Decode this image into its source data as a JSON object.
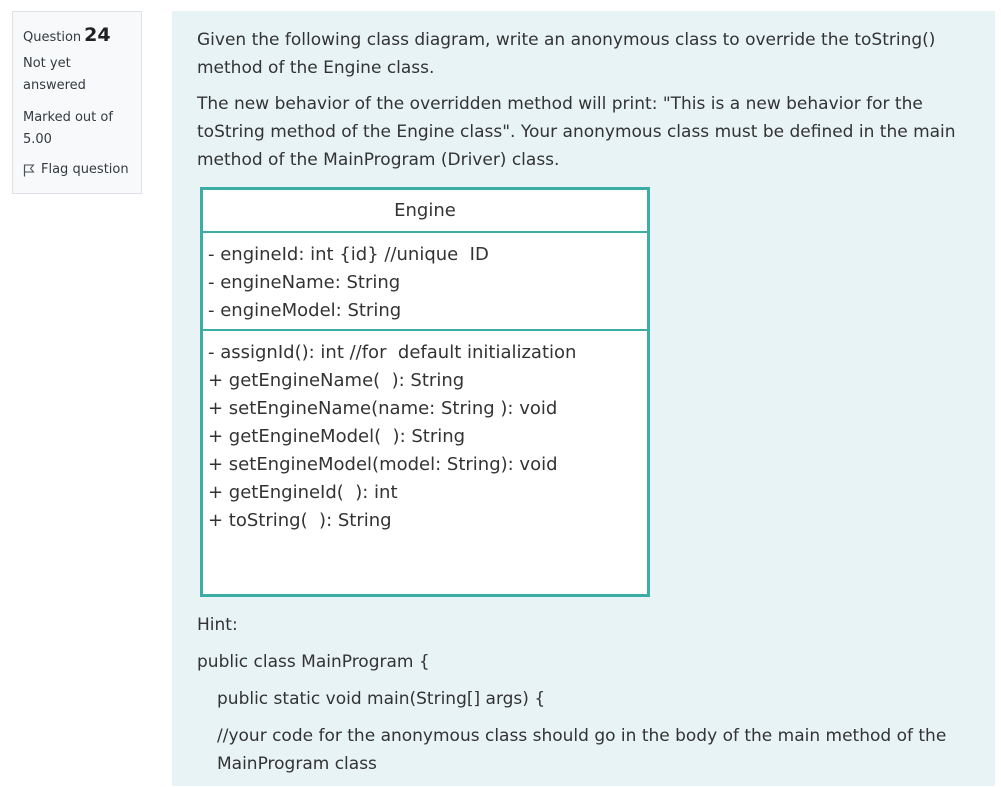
{
  "question_info": {
    "label": "Question",
    "number": "24",
    "state": "Not yet answered",
    "grade": "Marked out of 5.00",
    "flag_label": "Flag question"
  },
  "question": {
    "para1": "Given the following class diagram, write an anonymous class to override the toString() method of the Engine class.",
    "para2": "The new behavior of the overridden method will print: \"This is a new behavior for the toString method of the Engine class\". Your anonymous class must be defined in the main method of the MainProgram (Driver) class."
  },
  "uml": {
    "class_name": "Engine",
    "attributes": [
      "- engineId: int {id} //unique  ID",
      "- engineName: String",
      "- engineModel: String"
    ],
    "operations": [
      "- assignId(): int //for  default initialization",
      "+ getEngineName(  ): String",
      "+ setEngineName(name: String ): void",
      "+ getEngineModel(  ): String",
      "+ setEngineModel(model: String): void",
      "+ getEngineId(  ): int",
      "+ toString(  ): String"
    ]
  },
  "hint": {
    "label": "Hint:",
    "line1": "public class MainProgram {",
    "line2": "public static void main(String[] args) {",
    "line3": "//your code for the anonymous class should go in the body of the main method of the MainProgram class"
  },
  "colors": {
    "panel_bg": "#e7f3f5",
    "uml_border": "#3bada4"
  }
}
